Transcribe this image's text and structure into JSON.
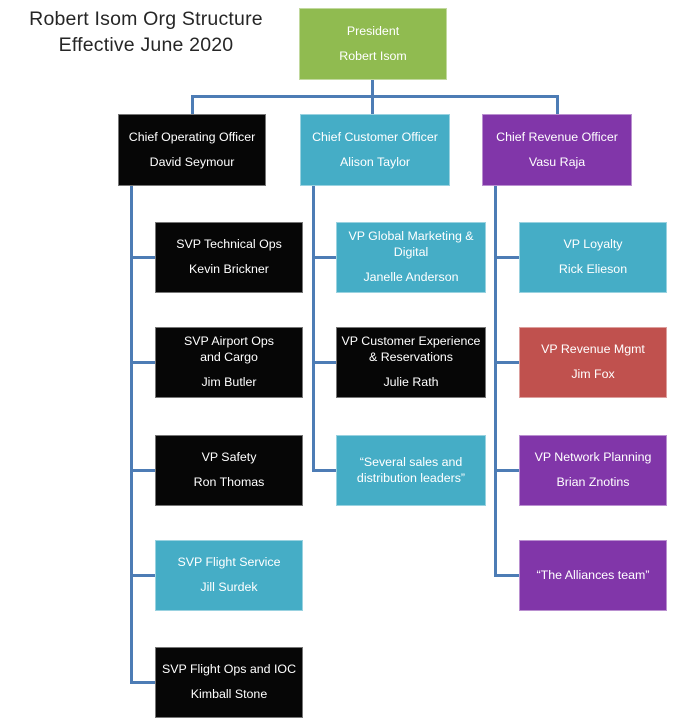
{
  "header": {
    "title_line1": "Robert Isom Org Structure",
    "title_line2": "Effective June 2020"
  },
  "colors": {
    "green": "#90bb50",
    "teal": "#45adc6",
    "purple": "#8136a9",
    "red": "#c0514e",
    "black": "#060606",
    "connector": "#4d7cb5",
    "title_text": "#262626"
  },
  "nodes": {
    "president": {
      "title": "President",
      "name": "Robert Isom",
      "bg": "#90bb50"
    },
    "coo": {
      "title": "Chief Operating Officer",
      "name": "David Seymour",
      "bg": "#060606"
    },
    "cco": {
      "title": "Chief Customer Officer",
      "name": "Alison Taylor",
      "bg": "#45adc6"
    },
    "cro": {
      "title": "Chief Revenue Officer",
      "name": "Vasu Raja",
      "bg": "#8136a9"
    },
    "svp_technical_ops": {
      "title": "SVP Technical Ops",
      "name": "Kevin Brickner",
      "bg": "#060606"
    },
    "svp_airport_ops": {
      "title": "SVP Airport Ops and Cargo",
      "name": "Jim Butler",
      "bg": "#060606"
    },
    "vp_safety": {
      "title": "VP Safety",
      "name": "Ron Thomas",
      "bg": "#060606"
    },
    "svp_flight_service": {
      "title": "SVP Flight Service",
      "name": "Jill Surdek",
      "bg": "#45adc6"
    },
    "svp_flight_ops": {
      "title": "SVP Flight Ops and IOC",
      "name": "Kimball Stone",
      "bg": "#060606"
    },
    "vp_global_marketing": {
      "title": "VP Global Marketing & Digital",
      "name": "Janelle Anderson",
      "bg": "#45adc6"
    },
    "vp_customer_experience": {
      "title": "VP Customer Experience & Reservations",
      "name": "Julie Rath",
      "bg": "#060606"
    },
    "sales_leaders": {
      "title": "“Several sales and distribution leaders”",
      "bg": "#45adc6"
    },
    "vp_loyalty": {
      "title": "VP Loyalty",
      "name": "Rick Elieson",
      "bg": "#45adc6"
    },
    "vp_revenue_mgmt": {
      "title": "VP Revenue Mgmt",
      "name": "Jim Fox",
      "bg": "#c0514e"
    },
    "vp_network_planning": {
      "title": "VP Network Planning",
      "name": "Brian Znotins",
      "bg": "#8136a9"
    },
    "alliances_team": {
      "title": "“The Alliances team”",
      "bg": "#8136a9"
    }
  }
}
